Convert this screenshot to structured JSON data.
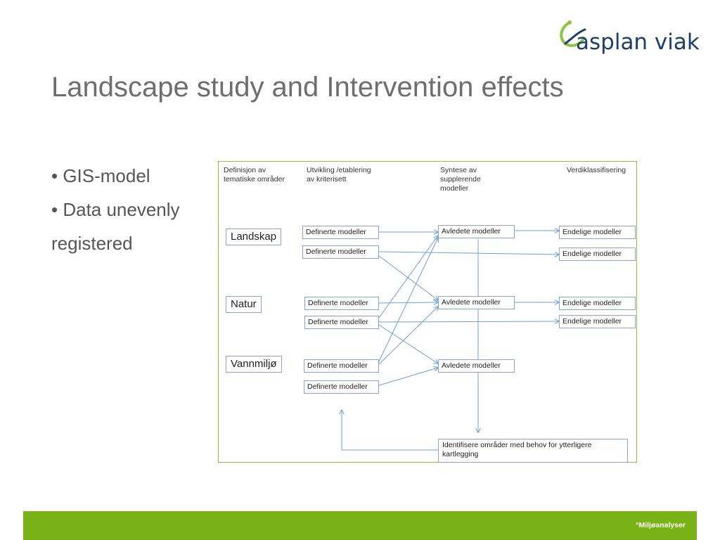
{
  "logo": {
    "name": "asplan-viak-logo",
    "text": "asplan viak",
    "colors": {
      "text": "#1b3f6b",
      "swirl": "#8cc63f"
    }
  },
  "slide": {
    "title": "Landscape study and Intervention effects"
  },
  "bullets": [
    "• GIS-model",
    "• Data unevenly",
    "registered"
  ],
  "diagram": {
    "headers": {
      "col1": "Definisjon av\ntematiske områder",
      "col2": "Utvikling /etablering\nav kriterisett",
      "col3": "Syntese av\nsupplerende\nmodeller",
      "col4": "Verdiklassifisering"
    },
    "themes": [
      "Landskap",
      "Natur",
      "Vannmiljø"
    ],
    "defined_label": "Definerte modeller",
    "derived_label": "Avledete modeller",
    "final_label": "Endelige modeller",
    "identify_label": "Identifisere områder med behov for ytterligere\nkartlegging",
    "colors": {
      "border": "#8cbd3f",
      "box_border": "#8aa3c6",
      "arrow": "#6f9fd8"
    }
  },
  "footer": {
    "text": "°Miljøanalyser",
    "color": "#78b215"
  }
}
